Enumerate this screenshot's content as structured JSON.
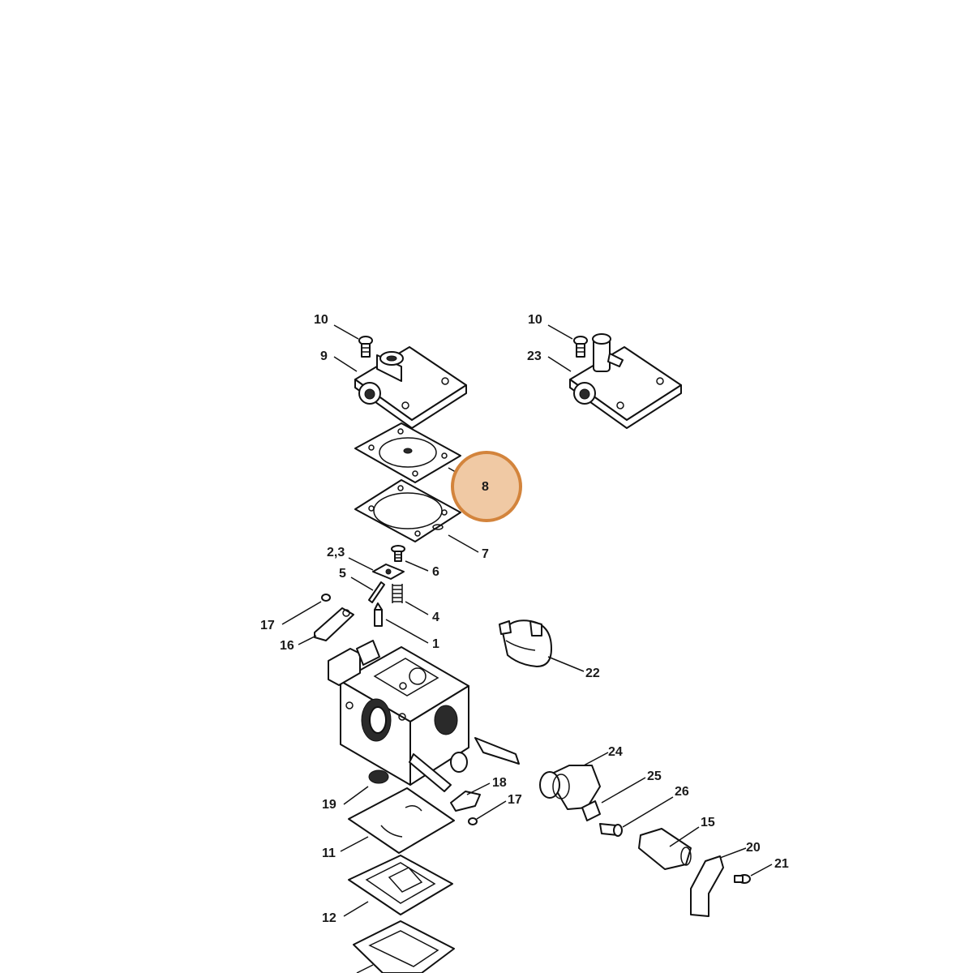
{
  "highlight": {
    "label": "8",
    "fill": "#f0c9a4",
    "stroke": "#d3843c"
  },
  "callouts": [
    {
      "id": "10a",
      "label": "10"
    },
    {
      "id": "9",
      "label": "9"
    },
    {
      "id": "10b",
      "label": "10"
    },
    {
      "id": "23",
      "label": "23"
    },
    {
      "id": "8",
      "label": "8"
    },
    {
      "id": "7",
      "label": "7"
    },
    {
      "id": "2-3",
      "label": "2,3"
    },
    {
      "id": "6",
      "label": "6"
    },
    {
      "id": "5",
      "label": "5"
    },
    {
      "id": "4",
      "label": "4"
    },
    {
      "id": "17a",
      "label": "17"
    },
    {
      "id": "16",
      "label": "16"
    },
    {
      "id": "1",
      "label": "1"
    },
    {
      "id": "22",
      "label": "22"
    },
    {
      "id": "24",
      "label": "24"
    },
    {
      "id": "25",
      "label": "25"
    },
    {
      "id": "26",
      "label": "26"
    },
    {
      "id": "18",
      "label": "18"
    },
    {
      "id": "17b",
      "label": "17"
    },
    {
      "id": "19",
      "label": "19"
    },
    {
      "id": "15",
      "label": "15"
    },
    {
      "id": "20",
      "label": "20"
    },
    {
      "id": "21",
      "label": "21"
    },
    {
      "id": "11",
      "label": "11"
    },
    {
      "id": "12",
      "label": "12"
    }
  ]
}
